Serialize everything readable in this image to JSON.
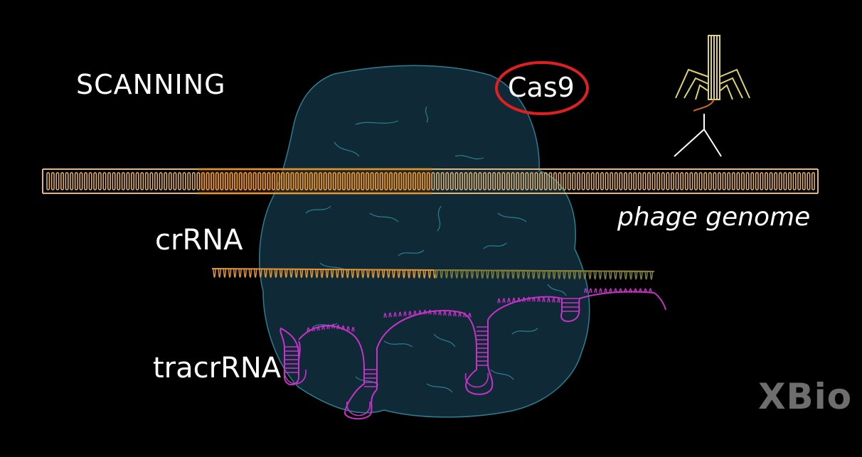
{
  "labels": {
    "scanning": "SCANNING",
    "cas9": "Cas9",
    "crrna": "crRNA",
    "tracrrna": "tracrRNA",
    "phage_genome": "phage genome",
    "logo": "XBio"
  },
  "colors": {
    "background": "#000000",
    "protein_fill": "#0f2a36",
    "protein_outline": "#2b7f93",
    "dna_pale": "#e8b570",
    "dna_orange": "#e39633",
    "crrna_orange": "#e39633",
    "crrna_olive": "#7f7f3c",
    "tracrrna": "#c832c8",
    "highlight_circle": "#e02020",
    "phage": "#e0d36a",
    "text": "#ffffff",
    "logo": "#6e6e6e"
  },
  "icons": {
    "phage": "bacteriophage-icon"
  }
}
